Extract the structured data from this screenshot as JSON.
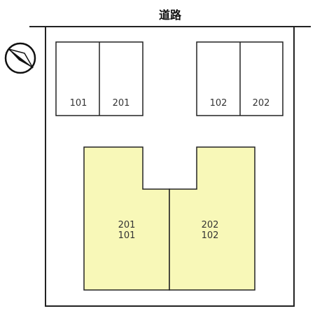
{
  "road": {
    "label": "道路"
  },
  "compass": {
    "icon": "north-arrow-icon"
  },
  "parking": [
    {
      "label": "101"
    },
    {
      "label": "201"
    },
    {
      "label": "102"
    },
    {
      "label": "202"
    }
  ],
  "buildings": [
    {
      "label_upper": "201",
      "label_lower": "101"
    },
    {
      "label_upper": "202",
      "label_lower": "102"
    }
  ],
  "colors": {
    "building_fill": "#f8f8b8",
    "line": "#222222",
    "background": "#ffffff"
  }
}
